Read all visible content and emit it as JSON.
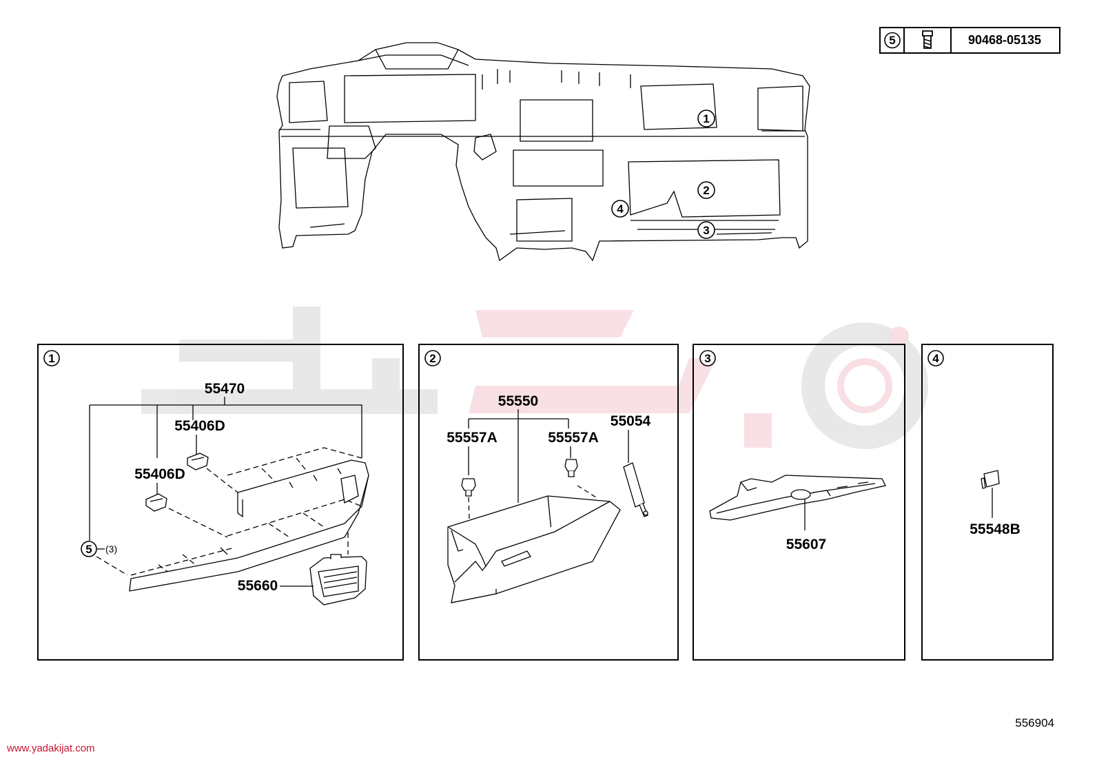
{
  "reference": {
    "callout": "5",
    "part_number": "90468-05135"
  },
  "overview_callouts": [
    "1",
    "2",
    "3",
    "4"
  ],
  "panels": [
    {
      "id": "1",
      "labels": {
        "main": "55470",
        "clip_upper": "55406D",
        "clip_lower": "55406D",
        "screw_ref": "5",
        "screw_qty": "(3)",
        "vent": "55660"
      }
    },
    {
      "id": "2",
      "labels": {
        "main": "55550",
        "bumper_left": "55557A",
        "bumper_right": "55557A",
        "damper": "55054"
      }
    },
    {
      "id": "3",
      "labels": {
        "main": "55607"
      }
    },
    {
      "id": "4",
      "labels": {
        "main": "55548B"
      }
    }
  ],
  "footer": {
    "diagram_code": "556904",
    "website": "www.yadakijat.com"
  }
}
